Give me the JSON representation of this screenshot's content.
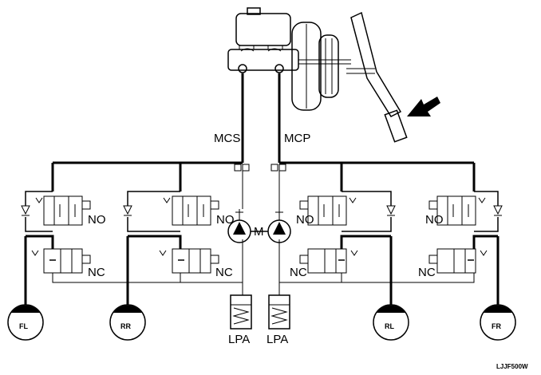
{
  "labels": {
    "mcs": "MCS",
    "mcp": "MCP",
    "motor": "M",
    "lpa_left": "LPA",
    "lpa_right": "LPA",
    "code": "LJJF500W"
  },
  "valves": {
    "no_1": "NO",
    "no_2": "NO",
    "no_3": "NO",
    "no_4": "NO",
    "nc_1": "NC",
    "nc_2": "NC",
    "nc_3": "NC",
    "nc_4": "NC"
  },
  "wheels": {
    "fl": "FL",
    "rr": "RR",
    "rl": "RL",
    "fr": "FR"
  },
  "colors": {
    "line": "#000000",
    "background": "#ffffff"
  },
  "icons": {
    "master_cylinder": "master-cylinder-icon",
    "brake_booster": "brake-booster-icon",
    "brake_pedal": "brake-pedal-icon",
    "press_arrow": "arrow-icon",
    "pump": "pump-icon",
    "accumulator": "spring-accumulator-icon",
    "check_valve": "check-valve-icon",
    "solenoid_valve": "solenoid-valve-icon"
  }
}
